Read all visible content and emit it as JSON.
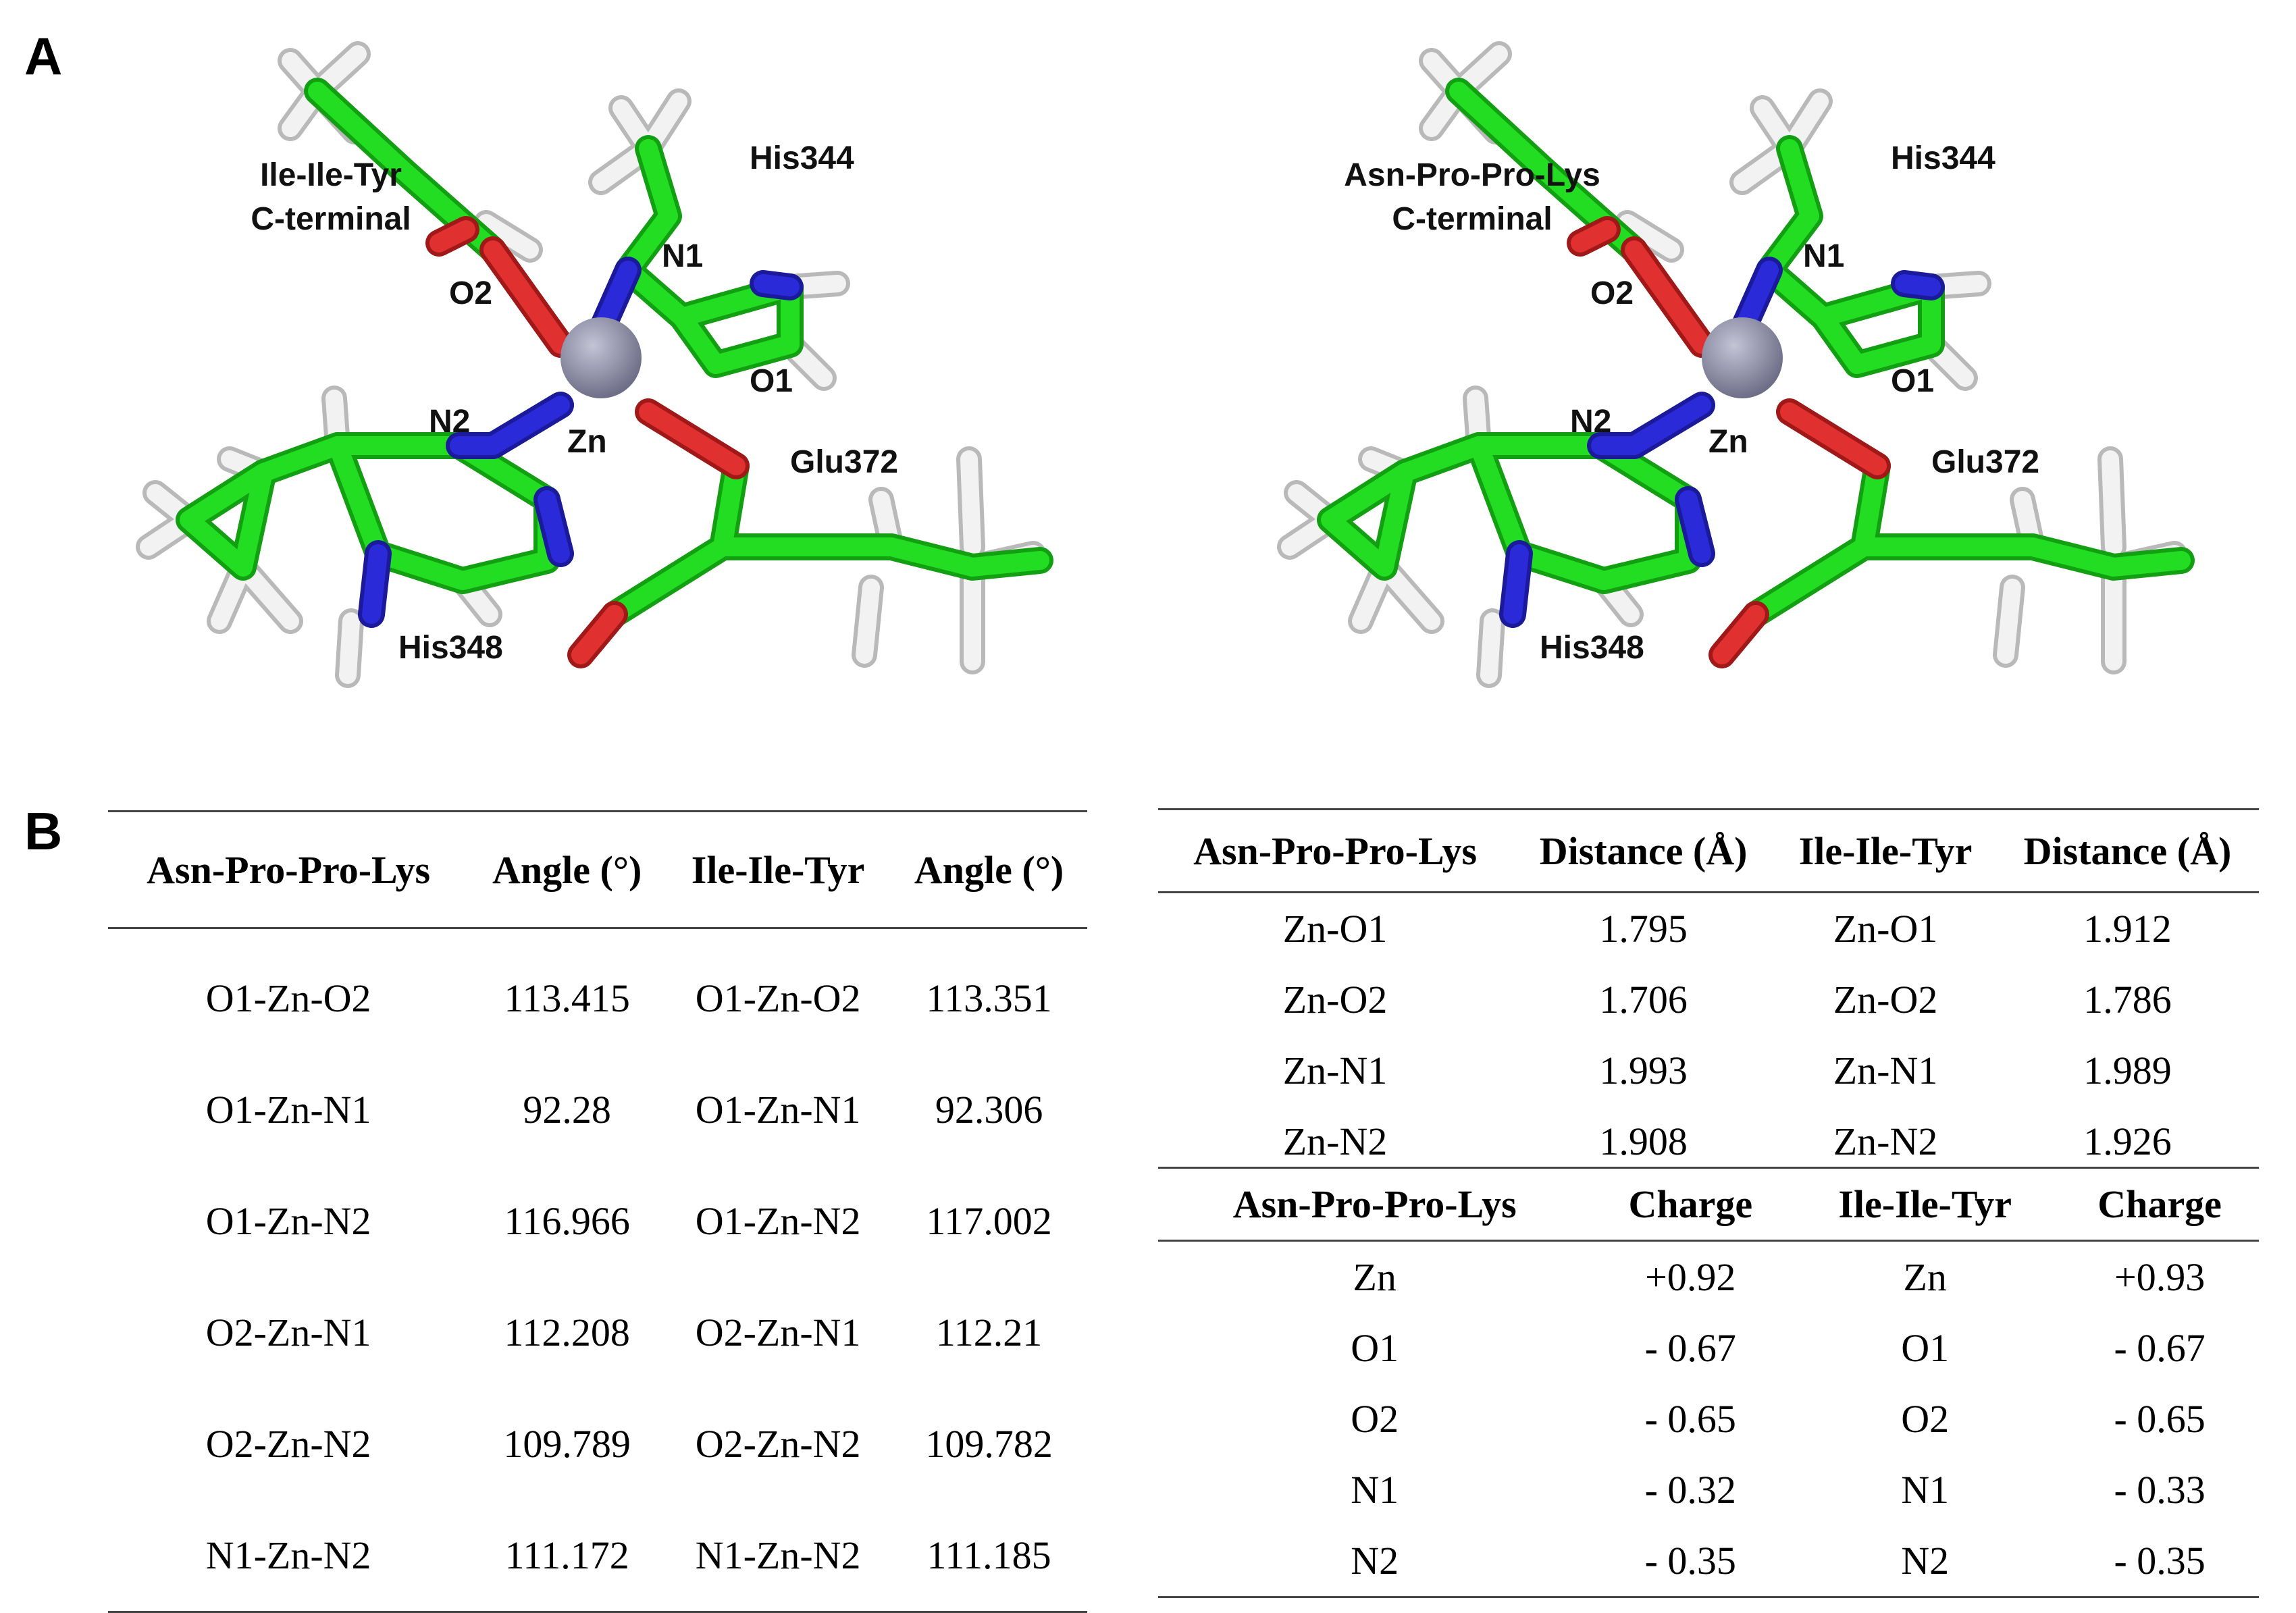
{
  "panel_labels": {
    "a": "A",
    "b": "B"
  },
  "structures": [
    {
      "peptide_line1": "Ile-Ile-Tyr",
      "peptide_line2": "C-terminal",
      "atoms": {
        "zn": "Zn",
        "o1": "O1",
        "o2": "O2",
        "n1": "N1",
        "n2": "N2"
      },
      "residues": {
        "his344": "His344",
        "his348": "His348",
        "glu372": "Glu372"
      }
    },
    {
      "peptide_line1": "Asn-Pro-Pro-Lys",
      "peptide_line2": "C-terminal",
      "atoms": {
        "zn": "Zn",
        "o1": "O1",
        "o2": "O2",
        "n1": "N1",
        "n2": "N2"
      },
      "residues": {
        "his344": "His344",
        "his348": "His348",
        "glu372": "Glu372"
      }
    }
  ],
  "colors": {
    "carbon": "#22dd22",
    "oxygen": "#e03030",
    "nitrogen": "#2a2ad8",
    "hydrogen": "#e6e6e6",
    "zinc": "#8e8ea6"
  },
  "angle_table": {
    "headers": [
      "Asn-Pro-Pro-Lys",
      "Angle (°)",
      "Ile-Ile-Tyr",
      "Angle (°)"
    ],
    "rows": [
      [
        "O1-Zn-O2",
        "113.415",
        "O1-Zn-O2",
        "113.351"
      ],
      [
        "O1-Zn-N1",
        "92.28",
        "O1-Zn-N1",
        "92.306"
      ],
      [
        "O1-Zn-N2",
        "116.966",
        "O1-Zn-N2",
        "117.002"
      ],
      [
        "O2-Zn-N1",
        "112.208",
        "O2-Zn-N1",
        "112.21"
      ],
      [
        "O2-Zn-N2",
        "109.789",
        "O2-Zn-N2",
        "109.782"
      ],
      [
        "N1-Zn-N2",
        "111.172",
        "N1-Zn-N2",
        "111.185"
      ]
    ]
  },
  "distance_table": {
    "headers": [
      "Asn-Pro-Pro-Lys",
      "Distance (Å)",
      "Ile-Ile-Tyr",
      "Distance (Å)"
    ],
    "rows": [
      [
        "Zn-O1",
        "1.795",
        "Zn-O1",
        "1.912"
      ],
      [
        "Zn-O2",
        "1.706",
        "Zn-O2",
        "1.786"
      ],
      [
        "Zn-N1",
        "1.993",
        "Zn-N1",
        "1.989"
      ],
      [
        "Zn-N2",
        "1.908",
        "Zn-N2",
        "1.926"
      ]
    ]
  },
  "charge_table": {
    "headers": [
      "Asn-Pro-Pro-Lys",
      "Charge",
      "Ile-Ile-Tyr",
      "Charge"
    ],
    "rows": [
      [
        "Zn",
        "+0.92",
        "Zn",
        "+0.93"
      ],
      [
        "O1",
        "- 0.67",
        "O1",
        "- 0.67"
      ],
      [
        "O2",
        "- 0.65",
        "O2",
        "- 0.65"
      ],
      [
        "N1",
        "- 0.32",
        "N1",
        "- 0.33"
      ],
      [
        "N2",
        "- 0.35",
        "N2",
        "- 0.35"
      ]
    ]
  }
}
